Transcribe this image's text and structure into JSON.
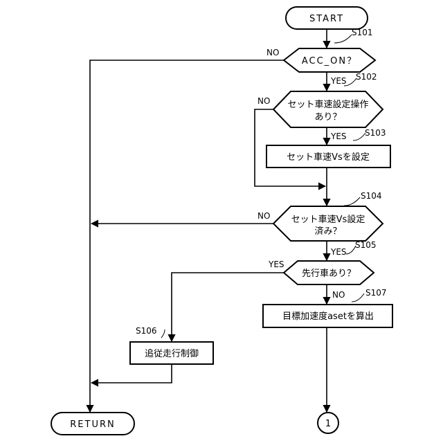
{
  "flowchart": {
    "start": "START",
    "end": "RETURN",
    "connector": "1",
    "steps": {
      "s101": {
        "id": "S101",
        "text": "ACC_ON？"
      },
      "s102": {
        "id": "S102",
        "line1": "セット車速設定操作",
        "line2": "あり？"
      },
      "s103": {
        "id": "S103",
        "text": "セット車速Vsを設定"
      },
      "s104": {
        "id": "S104",
        "line1": "セット車速Vs設定",
        "line2": "済み？"
      },
      "s105": {
        "id": "S105",
        "text": "先行車あり？"
      },
      "s106": {
        "id": "S106",
        "text": "追従走行制御"
      },
      "s107": {
        "id": "S107",
        "text": "目標加速度asetを算出"
      }
    },
    "branches": {
      "yes": "YES",
      "no": "NO"
    }
  }
}
